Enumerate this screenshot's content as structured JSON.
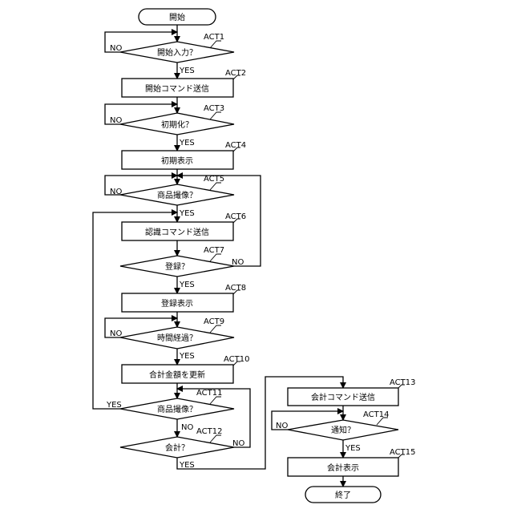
{
  "nodes": {
    "start": "開始",
    "act1": "開始入力？",
    "act2": "開始コマンド送信",
    "act3": "初期化？",
    "act4": "初期表示",
    "act5": "商品撮像？",
    "act6": "認識コマンド送信",
    "act7": "登録？",
    "act8": "登録表示",
    "act9": "時間経過？",
    "act10": "合計金額を更新",
    "act11": "商品撮像？",
    "act12": "会計？",
    "act13": "会計コマンド送信",
    "act14": "通知？",
    "act15": "会計表示",
    "end": "終了"
  },
  "acts": {
    "act1": "ACT1",
    "act2": "ACT2",
    "act3": "ACT3",
    "act4": "ACT4",
    "act5": "ACT5",
    "act6": "ACT6",
    "act7": "ACT7",
    "act8": "ACT8",
    "act9": "ACT9",
    "act10": "ACT10",
    "act11": "ACT11",
    "act12": "ACT12",
    "act13": "ACT13",
    "act14": "ACT14",
    "act15": "ACT15"
  },
  "branch": {
    "yes": "YES",
    "no": "NO"
  }
}
